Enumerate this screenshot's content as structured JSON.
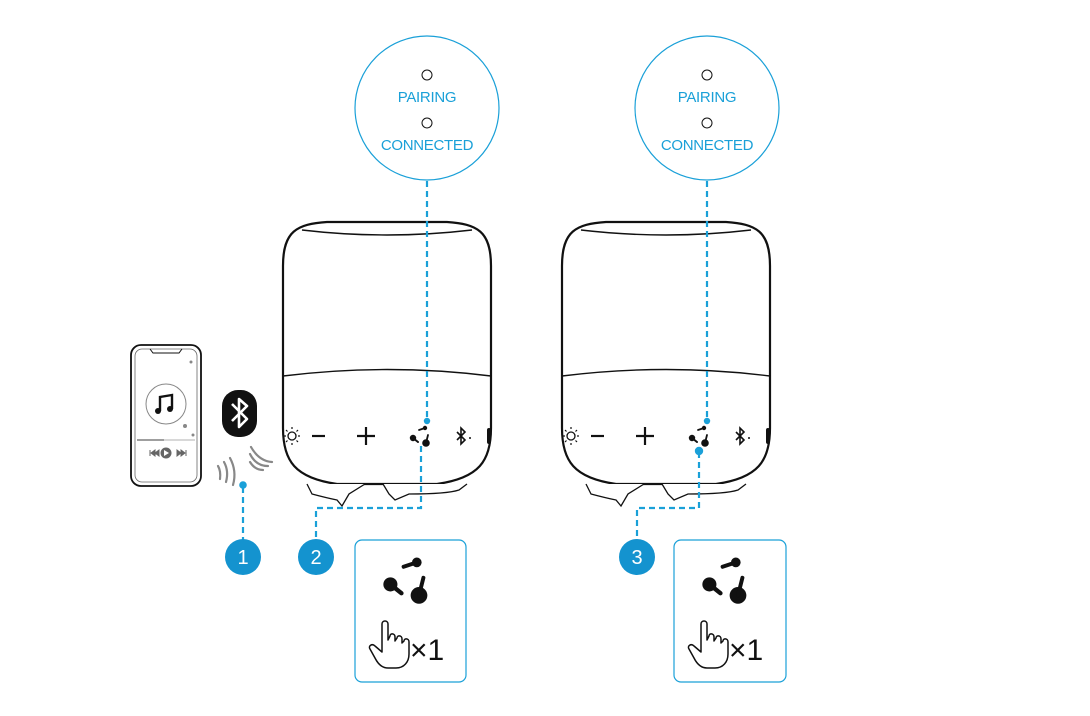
{
  "colors": {
    "accent": "#1aa0d8",
    "step_badge": "#1493cf",
    "line": "#111111"
  },
  "indicators": [
    {
      "led_1_label": "PAIRING",
      "led_2_label": "CONNECTED"
    },
    {
      "led_1_label": "PAIRING",
      "led_2_label": "CONNECTED"
    }
  ],
  "speakers": [
    {
      "buttons": [
        "light-icon",
        "volume-down-icon",
        "volume-up-icon",
        "partycast-icon",
        "bluetooth-icon",
        "power-icon"
      ]
    },
    {
      "buttons": [
        "light-icon",
        "volume-down-icon",
        "volume-up-icon",
        "partycast-icon",
        "bluetooth-icon",
        "power-icon"
      ]
    }
  ],
  "steps": [
    {
      "number": "1"
    },
    {
      "number": "2"
    },
    {
      "number": "3"
    }
  ],
  "instructions": [
    {
      "icon": "partycast-icon",
      "action_icon": "hand-press-icon",
      "count": "×1"
    },
    {
      "icon": "partycast-icon",
      "action_icon": "hand-press-icon",
      "count": "×1"
    }
  ],
  "phone": {
    "icon": "music-note-icon",
    "controls": [
      "previous-icon",
      "play-icon",
      "next-icon"
    ]
  },
  "bluetooth_badge": "bluetooth-icon"
}
